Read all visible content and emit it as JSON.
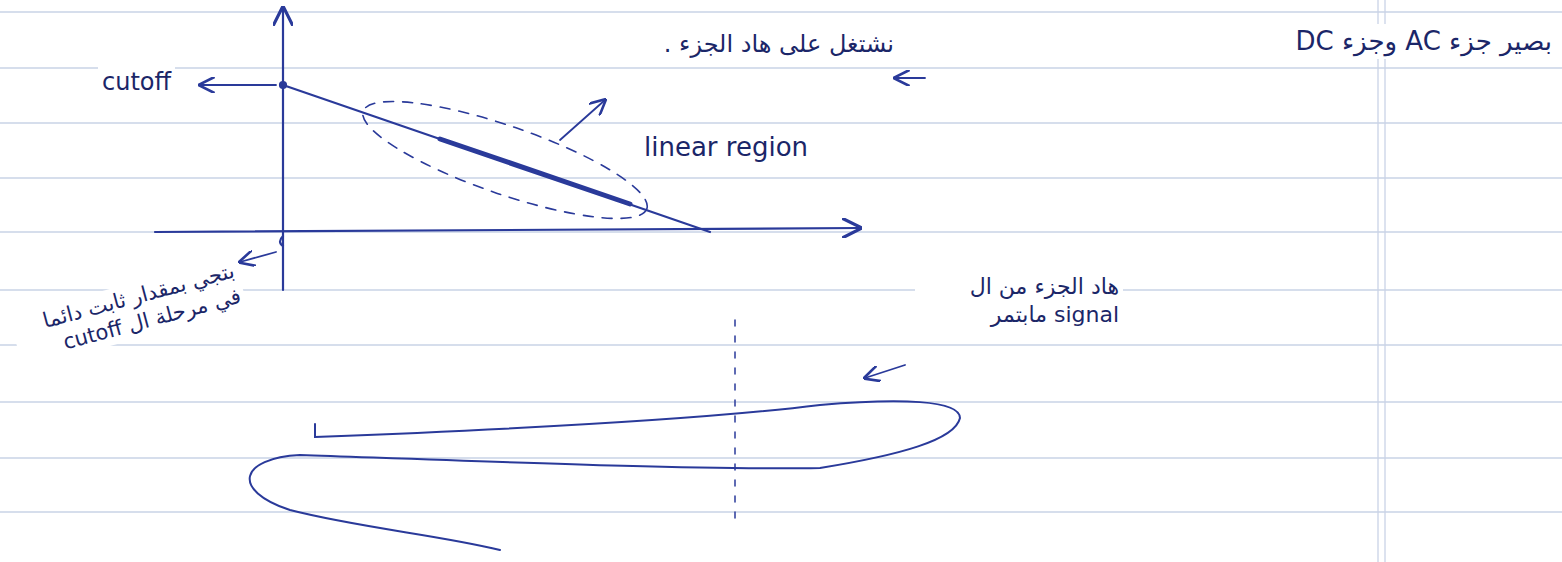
{
  "diagram": {
    "labels": [
      "cutoff",
      "linear region",
      "بصير جزء AC وجزء DC",
      "نشتغل على هاد الجزء .",
      "بتجي بمقدار ثابت دائما في مرحلة ال cutoff",
      "هاد الجزء من ال signal مابتمر"
    ]
  }
}
